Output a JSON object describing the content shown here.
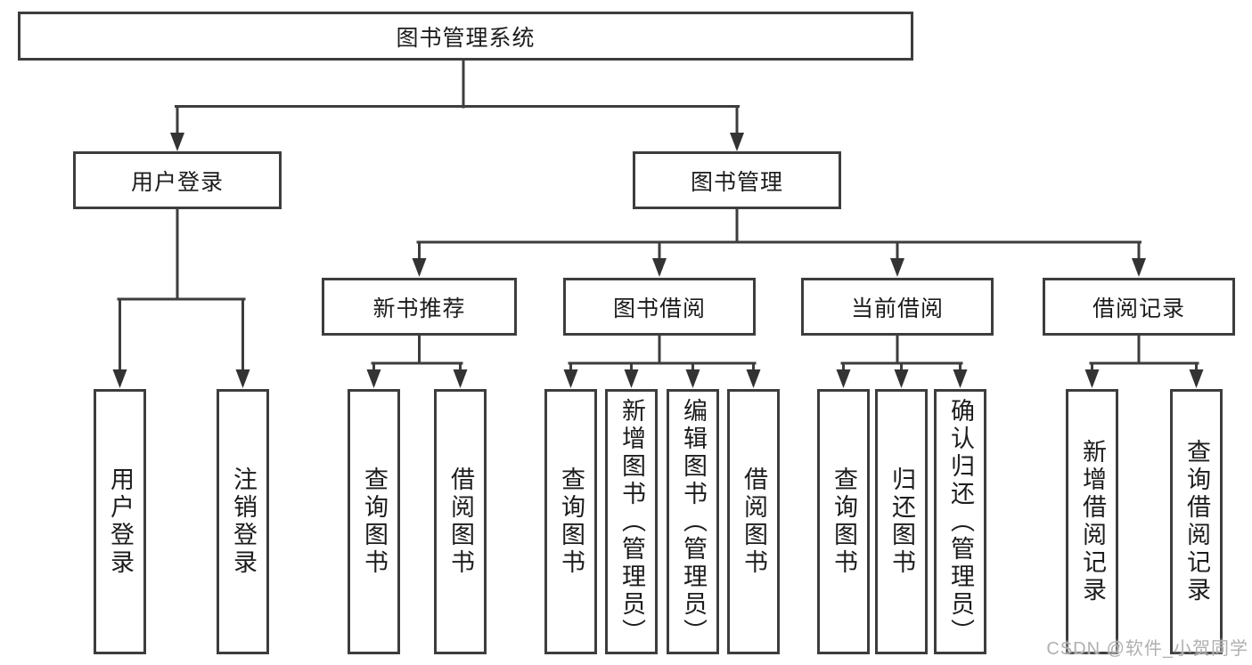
{
  "colors": {
    "background": "#ffffff",
    "line": "#3d3d3d",
    "box_border": "#3d3d3d",
    "text": "#1c1c1c",
    "arrow": "#333333",
    "watermark": "#b0b0b0"
  },
  "watermark": {
    "text": "CSDN @软件_小贺同学"
  },
  "tree": {
    "label": "图书管理系统",
    "children": [
      {
        "label": "用户登录",
        "children": [
          {
            "label": "用户登录"
          },
          {
            "label": "注销登录"
          }
        ]
      },
      {
        "label": "图书管理",
        "children": [
          {
            "label": "新书推荐",
            "children": [
              {
                "label": "查询图书"
              },
              {
                "label": "借阅图书"
              }
            ]
          },
          {
            "label": "图书借阅",
            "children": [
              {
                "label": "查询图书"
              },
              {
                "label": "新增图书（管理员）"
              },
              {
                "label": "编辑图书（管理员）"
              },
              {
                "label": "借阅图书"
              }
            ]
          },
          {
            "label": "当前借阅",
            "children": [
              {
                "label": "查询图书"
              },
              {
                "label": "归还图书"
              },
              {
                "label": "确认归还（管理员）"
              }
            ]
          },
          {
            "label": "借阅记录",
            "children": [
              {
                "label": "新增借阅记录"
              },
              {
                "label": "查询借阅记录"
              }
            ]
          }
        ]
      }
    ]
  }
}
